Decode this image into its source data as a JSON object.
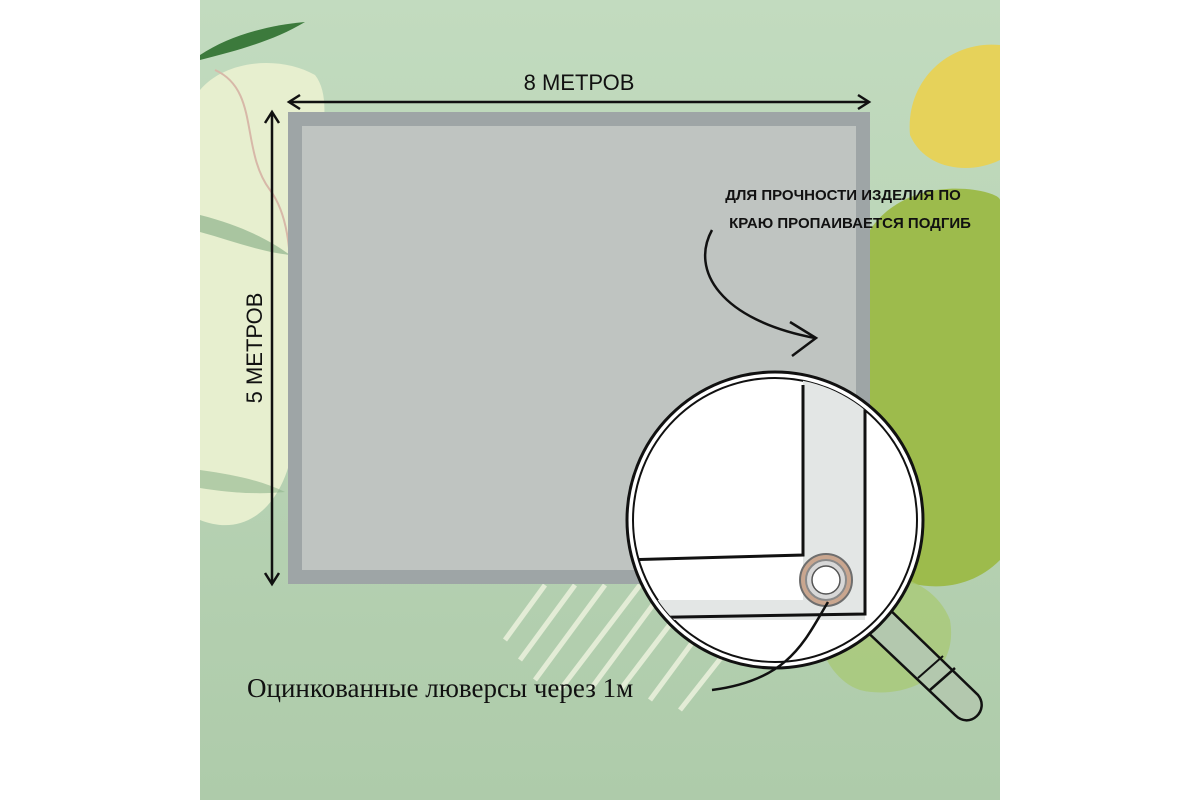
{
  "diagram": {
    "width_label": "8 МЕТРОВ",
    "height_label": "5 МЕТРОВ",
    "note_line_1": "ДЛЯ ПРОЧНОСТИ ИЗДЕЛИЯ ПО",
    "note_line_2": "КРАЮ ПРОПАИВАЕТСЯ ПОДГИБ",
    "grommet_caption": "Оцинкованные люверсы через 1м"
  },
  "colors": {
    "background": "#b9d4b6",
    "tarp_fill": "#bfc4c1",
    "tarp_border": "#9ea5a6",
    "accent_green": "#9dbb4c",
    "accent_yellow": "#e6d25a",
    "cream_shape": "#e7efcf",
    "magnifier_lens": "#ffffff",
    "ink": "#111111"
  }
}
